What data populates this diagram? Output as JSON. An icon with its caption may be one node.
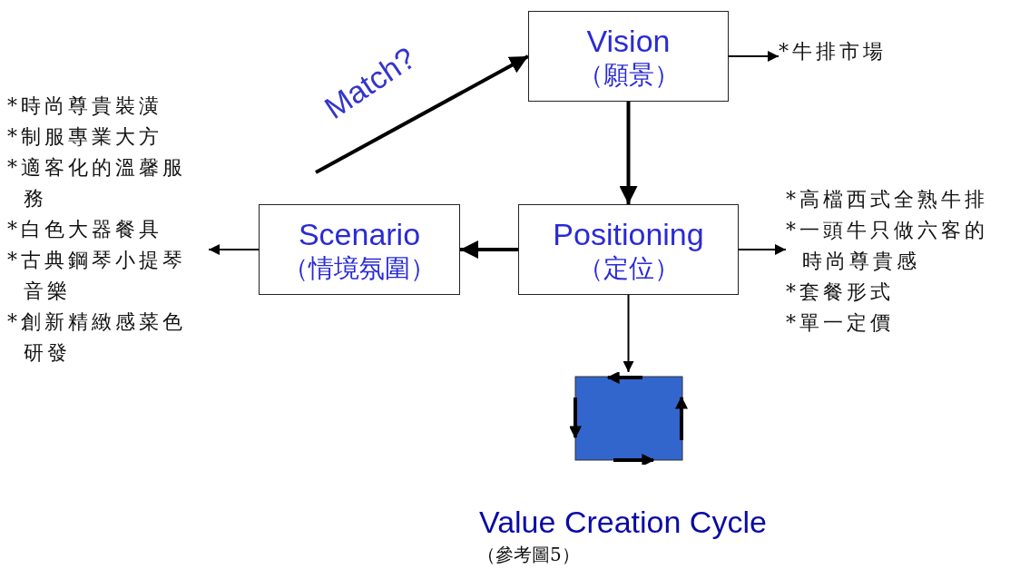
{
  "diagram": {
    "nodes": [
      {
        "text": [
          "Vision",
          "（願景）"
        ]
      },
      {
        "text": [
          "Scenario",
          "（情境氛圍）"
        ]
      },
      {
        "text": [
          "Positioning",
          "（定位）"
        ]
      },
      {
        "text": [
          "*牛排市場"
        ]
      },
      {
        "text": [
          "*時尚尊貴裝潢",
          "*制服專業大方",
          "*適客化的溫馨服務",
          "*白色大器餐具",
          "*古典鋼琴小提琴音樂",
          "*創新精緻感菜色研發"
        ]
      },
      {
        "text": [
          "*高檔西式全熟牛排",
          "*一頭牛只做六客的時尚尊貴感",
          "*套餐形式",
          "*單一定價"
        ]
      },
      {
        "text": [],
        "shape": "box",
        "beside": [
          "Value Creation Cycle",
          "（參考圖5）"
        ]
      }
    ],
    "edges": [
      {
        "from": 0,
        "to": 3,
        "arrow": "to"
      },
      {
        "from": 0,
        "to": 2,
        "arrow": "to",
        "style": "thick"
      },
      {
        "from": 2,
        "to": 1,
        "arrow": "to",
        "style": "thick"
      },
      {
        "from": 1,
        "to": 4,
        "arrow": "to"
      },
      {
        "from": 2,
        "to": 5,
        "arrow": "to"
      },
      {
        "from": 2,
        "to": 6,
        "arrow": "to"
      },
      {
        "from": null,
        "to": 0,
        "arrow": "to",
        "label": "Match?",
        "style": "thick"
      }
    ]
  }
}
